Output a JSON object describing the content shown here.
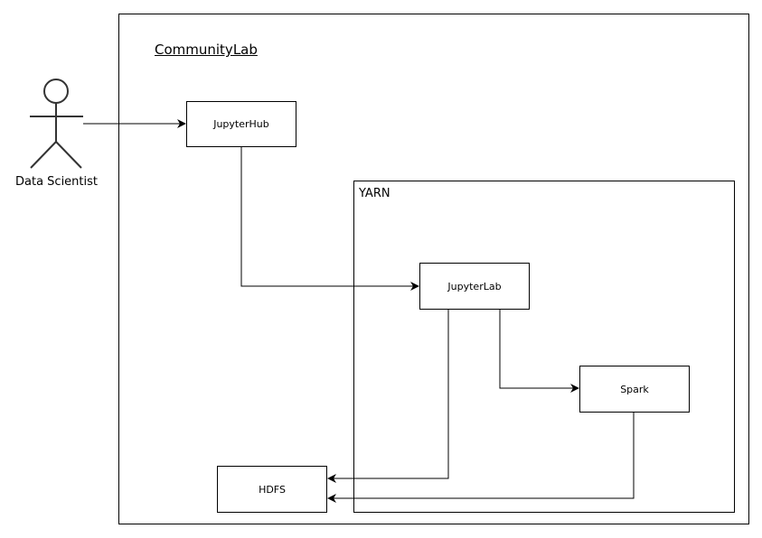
{
  "diagram": {
    "frame_title": "CommunityLab",
    "actor": {
      "label": "Data Scientist",
      "icon": "stick-figure-icon"
    },
    "yarn": {
      "label": "YARN"
    },
    "nodes": {
      "jupyterhub": "JupyterHub",
      "jupyterlab": "JupyterLab",
      "spark": "Spark",
      "hdfs": "HDFS"
    },
    "edges": [
      {
        "from": "Data Scientist",
        "to": "JupyterHub"
      },
      {
        "from": "JupyterHub",
        "to": "JupyterLab"
      },
      {
        "from": "JupyterLab",
        "to": "Spark"
      },
      {
        "from": "JupyterLab",
        "to": "HDFS"
      },
      {
        "from": "Spark",
        "to": "HDFS"
      }
    ]
  }
}
